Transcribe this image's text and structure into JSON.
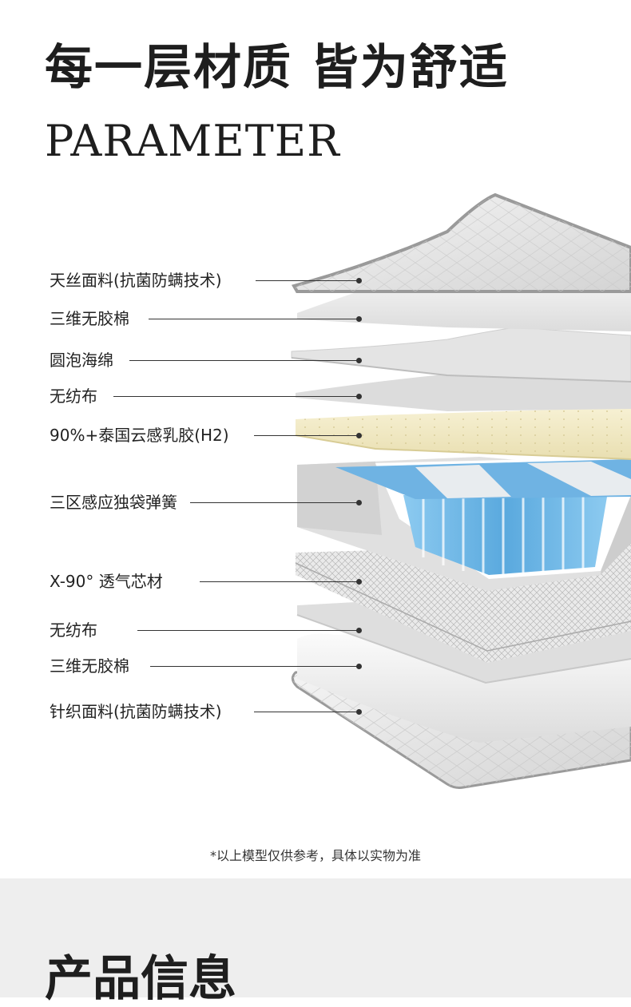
{
  "header": {
    "title_cn": "每一层材质 皆为舒适",
    "title_en": "PARAMETER"
  },
  "layers": [
    "天丝面料(抗菌防螨技术)",
    "三维无胶棉",
    "圆泡海绵",
    "无纺布",
    "90%+泰国云感乳胶(H2)",
    "三区感应独袋弹簧",
    "X-90°  透气芯材",
    "无纺布",
    "三维无胶棉",
    "针织面料(抗菌防螨技术)"
  ],
  "disclaimer": "*以上模型仅供参考，具体以实物为准",
  "next_section": {
    "title": "产品信息"
  },
  "colors": {
    "latex": "#f3ecc8",
    "spring": "#7fbde6",
    "fabric": "#e6e6e6",
    "footer_bg": "#eeeeee"
  }
}
